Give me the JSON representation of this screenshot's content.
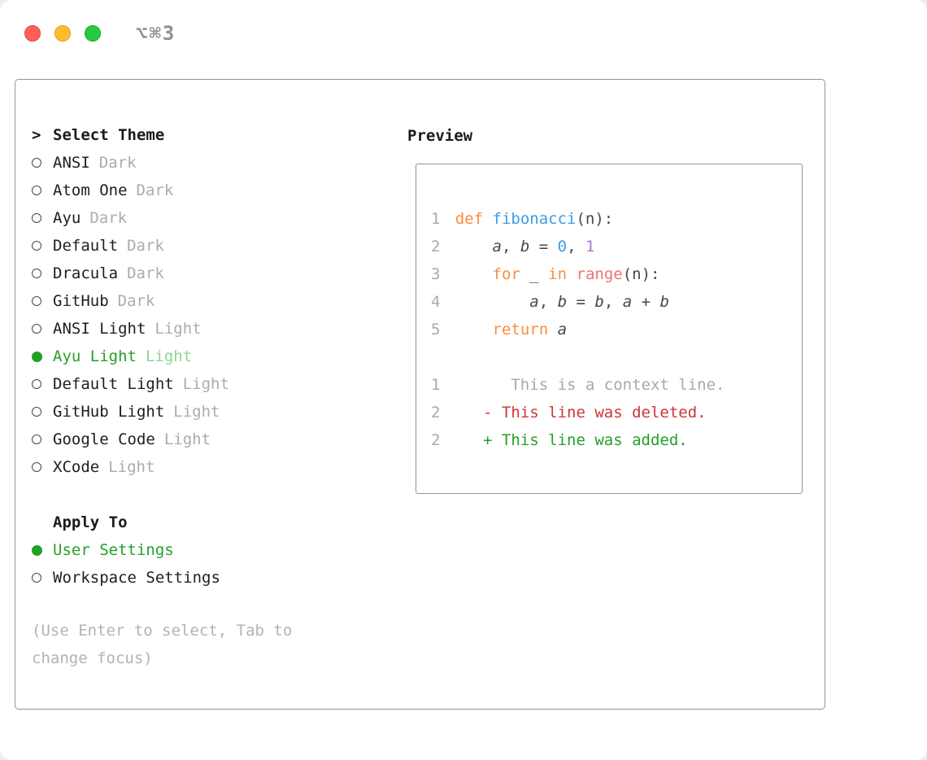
{
  "window": {
    "shortcut_label": "⌥⌘3",
    "controls": [
      "close",
      "minimize",
      "zoom"
    ]
  },
  "theme_picker": {
    "prompt": ">",
    "title": "Select Theme",
    "items": [
      {
        "label": "ANSI",
        "variant": "Dark",
        "selected": false
      },
      {
        "label": "Atom One",
        "variant": "Dark",
        "selected": false
      },
      {
        "label": "Ayu",
        "variant": "Dark",
        "selected": false
      },
      {
        "label": "Default",
        "variant": "Dark",
        "selected": false
      },
      {
        "label": "Dracula",
        "variant": "Dark",
        "selected": false
      },
      {
        "label": "GitHub",
        "variant": "Dark",
        "selected": false
      },
      {
        "label": "ANSI Light",
        "variant": "Light",
        "selected": false
      },
      {
        "label": "Ayu Light",
        "variant": "Light",
        "selected": true
      },
      {
        "label": "Default Light",
        "variant": "Light",
        "selected": false
      },
      {
        "label": "GitHub Light",
        "variant": "Light",
        "selected": false
      },
      {
        "label": "Google Code",
        "variant": "Light",
        "selected": false
      },
      {
        "label": "XCode",
        "variant": "Light",
        "selected": false
      }
    ],
    "apply_to": {
      "title": "Apply To",
      "options": [
        {
          "label": "User Settings",
          "selected": true
        },
        {
          "label": "Workspace Settings",
          "selected": false
        }
      ]
    },
    "hint": "(Use Enter to select, Tab to change focus)"
  },
  "preview": {
    "title": "Preview",
    "lines": [
      {
        "num": "1",
        "tokens": [
          {
            "t": "def",
            "c": "kw"
          },
          {
            "t": " ",
            "c": "pl"
          },
          {
            "t": "fibonacci",
            "c": "fn"
          },
          {
            "t": "(n):",
            "c": "pl"
          }
        ]
      },
      {
        "num": "2",
        "tokens": [
          {
            "t": "    ",
            "c": "pl"
          },
          {
            "t": "a",
            "c": "var"
          },
          {
            "t": ", ",
            "c": "pl"
          },
          {
            "t": "b",
            "c": "var"
          },
          {
            "t": " = ",
            "c": "pl"
          },
          {
            "t": "0",
            "c": "n0"
          },
          {
            "t": ", ",
            "c": "pl"
          },
          {
            "t": "1",
            "c": "n1"
          }
        ]
      },
      {
        "num": "3",
        "tokens": [
          {
            "t": "    ",
            "c": "pl"
          },
          {
            "t": "for",
            "c": "kw"
          },
          {
            "t": " _ ",
            "c": "pl"
          },
          {
            "t": "in",
            "c": "kw"
          },
          {
            "t": " ",
            "c": "pl"
          },
          {
            "t": "range",
            "c": "rg"
          },
          {
            "t": "(n):",
            "c": "pl"
          }
        ]
      },
      {
        "num": "4",
        "tokens": [
          {
            "t": "        ",
            "c": "pl"
          },
          {
            "t": "a",
            "c": "var"
          },
          {
            "t": ", ",
            "c": "pl"
          },
          {
            "t": "b",
            "c": "var"
          },
          {
            "t": " = ",
            "c": "pl"
          },
          {
            "t": "b",
            "c": "var"
          },
          {
            "t": ", ",
            "c": "pl"
          },
          {
            "t": "a",
            "c": "var"
          },
          {
            "t": " + ",
            "c": "pl"
          },
          {
            "t": "b",
            "c": "var"
          }
        ]
      },
      {
        "num": "5",
        "tokens": [
          {
            "t": "    ",
            "c": "pl"
          },
          {
            "t": "return",
            "c": "kw"
          },
          {
            "t": " ",
            "c": "pl"
          },
          {
            "t": "a",
            "c": "var"
          }
        ]
      },
      {
        "num": "",
        "tokens": []
      },
      {
        "num": "1",
        "tokens": [
          {
            "t": "      This is a context line.",
            "c": "ctx"
          }
        ]
      },
      {
        "num": "2",
        "tokens": [
          {
            "t": "   - This line was deleted.",
            "c": "del"
          }
        ]
      },
      {
        "num": "2",
        "tokens": [
          {
            "t": "   + This line was added.",
            "c": "add"
          }
        ]
      }
    ]
  },
  "colors": {
    "text": "#1b1b1b",
    "muted": "#b3b3b3",
    "border": "#8f959e",
    "kw": "#fa8d3e",
    "fn": "#399ee6",
    "pl": "#44484d",
    "n0": "#399ee6",
    "n1": "#a37acc",
    "rg": "#f07171",
    "ctx": "#a9a9a9",
    "del": "#cf3535",
    "add": "#23a126",
    "ln": "#a9a9a9",
    "variant-selected": "#8fd58f",
    "light-red": "#ff5f57",
    "light-yellow": "#febc2e",
    "light-green": "#28c840"
  }
}
